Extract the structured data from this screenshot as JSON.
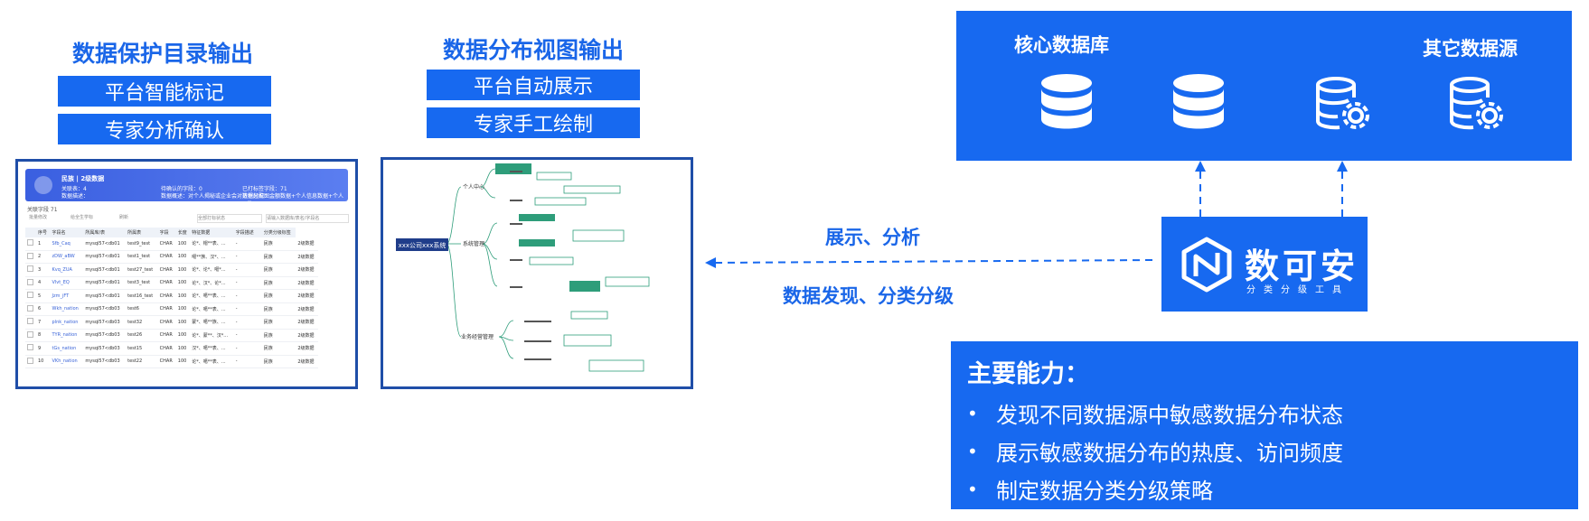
{
  "left_section": {
    "heading": "数据保护目录输出",
    "buttons": [
      "平台智能标记",
      "专家分析确认"
    ],
    "screenshot": {
      "banner_title": "民族 | 2级数据",
      "banner_line1": "关联表：4",
      "banner_line2": "数据描述：",
      "banner_mid1": "待确认的字段：0",
      "banner_mid2": "数据概述：对个人揭秘或企业会对进程起推图...",
      "banner_right1": "已打标签字段：71",
      "banner_right2": "数据分配：金额数据+个人信息数据+个人+最...",
      "field_count": "关联字段 71",
      "toolbar_items": [
        "批量修改",
        "给全生学标",
        "刷新",
        "全部打标状态",
        "请输入数据库/表名/字段名"
      ],
      "columns": [
        "",
        "序号",
        "字段名",
        "所属库/表",
        "所属表",
        "字段",
        "长度",
        "特征数据",
        "字段描述",
        "",
        "分类分级标签"
      ],
      "rows": [
        [
          "1",
          "Sfb_Caq",
          "mysql57<db01",
          "test9_test",
          "CHAR",
          "100",
          "论*、帽**表、...",
          "-",
          "民族",
          "2级数据"
        ],
        [
          "2",
          "zDW_aBW",
          "mysql57<db01",
          "test1_test",
          "CHAR",
          "100",
          "噶**族、汉*、...",
          "-",
          "民族",
          "2级数据"
        ],
        [
          "3",
          "Kvq_ZUA",
          "mysql57<db01",
          "test27_test",
          "CHAR",
          "100",
          "论*、论*、噶*...",
          "-",
          "民族",
          "2级数据"
        ],
        [
          "4",
          "Vlvt_EQ",
          "mysql57<db01",
          "test3_test",
          "CHAR",
          "100",
          "论*、汉*、论*...",
          "-",
          "民族",
          "2级数据"
        ],
        [
          "5",
          "Jzm_jFT",
          "mysql57<db01",
          "test16_test",
          "CHAR",
          "100",
          "论*、噶**表、...",
          "-",
          "民族",
          "2级数据"
        ],
        [
          "6",
          "Wkh_nation",
          "mysql57<db03",
          "test6",
          "CHAR",
          "100",
          "论*、噶**表、...",
          "-",
          "民族",
          "2级数据"
        ],
        [
          "7",
          "plnk_nation",
          "mysql57<db03",
          "test32",
          "CHAR",
          "100",
          "蒙*、噶**族、...",
          "-",
          "民族",
          "2级数据"
        ],
        [
          "8",
          "TYR_nation",
          "mysql57<db03",
          "test26",
          "CHAR",
          "100",
          "论*、蒙**、汉*...",
          "-",
          "民族",
          "2级数据"
        ],
        [
          "9",
          "tGs_nation",
          "mysql57<db03",
          "test15",
          "CHAR",
          "100",
          "汉*、噶**表、...",
          "-",
          "民族",
          "2级数据"
        ],
        [
          "10",
          "VKh_nation",
          "mysql57<db03",
          "test22",
          "CHAR",
          "100",
          "论*、噶**表、...",
          "-",
          "民族",
          "2级数据"
        ]
      ]
    }
  },
  "middle_section": {
    "heading": "数据分布视图输出",
    "buttons": [
      "平台自动展示",
      "专家手工绘制"
    ],
    "mindmap": {
      "root": "xxx公司xxx系统",
      "branches": [
        "个人中心",
        "系统管理",
        "业务经营管理"
      ]
    }
  },
  "right_section": {
    "core_db_label": "核心数据库",
    "other_source_label": "其它数据源",
    "icons": [
      "database-icon",
      "database-icon",
      "database-gear-icon",
      "database-gear-icon"
    ],
    "logo_name": "数可安",
    "logo_sub": "分类分级工具",
    "flow_top": "展示、分析",
    "flow_bottom": "数据发现、分类分级"
  },
  "capabilities": {
    "title": "主要能力：",
    "items": [
      "发现不同数据源中敏感数据分布状态",
      "展示敏感数据分布的热度、访问频度",
      "制定数据分类分级策略"
    ]
  },
  "colors": {
    "accent": "#1769f0",
    "heading": "#1a66e8",
    "border": "#1f4ea8",
    "mindmap_green": "#2e9d7a"
  }
}
